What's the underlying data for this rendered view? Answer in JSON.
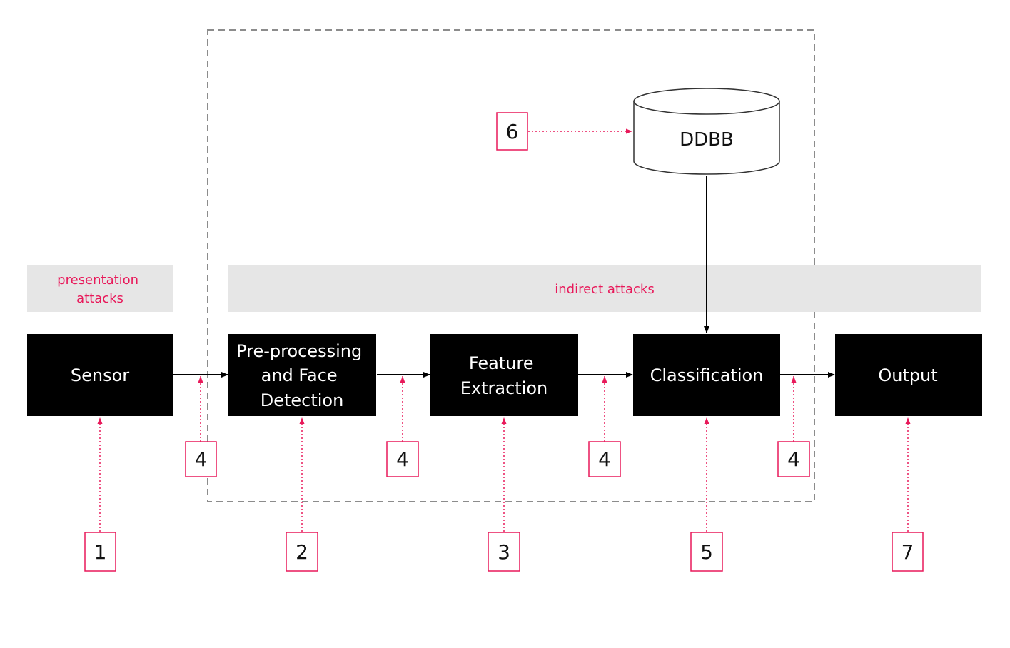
{
  "colors": {
    "block_fill": "#000000",
    "block_text": "#ffffff",
    "attack_band": "#e6e6e6",
    "attack_text": "#e8195a",
    "attack_point": "#e8195a",
    "dashed_border": "#8c8c8c"
  },
  "attack_bands": {
    "presentation": [
      "presentation",
      "attacks"
    ],
    "indirect": "indirect attacks"
  },
  "blocks": {
    "sensor": [
      "Sensor"
    ],
    "preprocessing": [
      "Pre-processing",
      "and Face",
      "Detection"
    ],
    "feature": [
      "Feature",
      "Extraction"
    ],
    "classification": [
      "Classification"
    ],
    "output": [
      "Output"
    ]
  },
  "database": "DDBB",
  "attack_points": {
    "p1": "1",
    "p2": "2",
    "p3": "3",
    "p4a": "4",
    "p4b": "4",
    "p4c": "4",
    "p4d": "4",
    "p5": "5",
    "p6": "6",
    "p7": "7"
  }
}
